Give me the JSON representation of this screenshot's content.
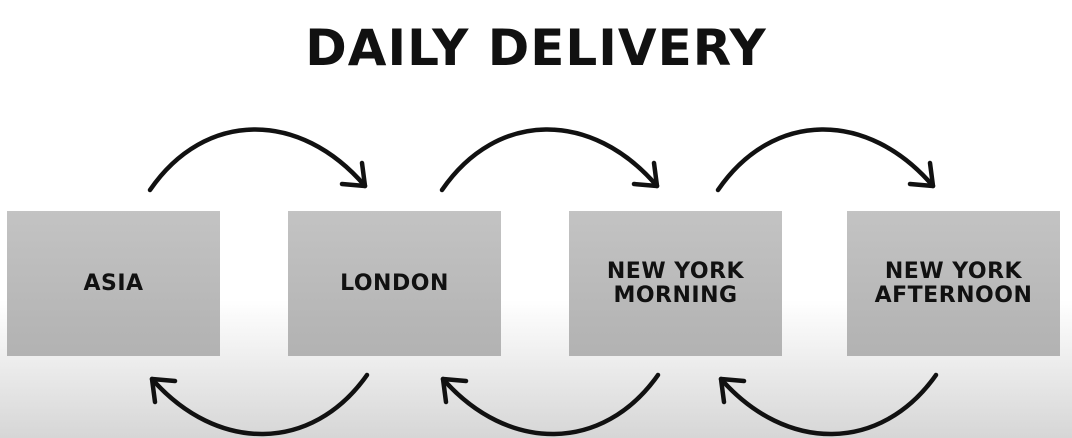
{
  "title": "DAILY DELIVERY",
  "stages": [
    {
      "label": "ASIA"
    },
    {
      "label": "LONDON"
    },
    {
      "label": "NEW YORK\nMORNING"
    },
    {
      "label": "NEW YORK\nAFTERNOON"
    }
  ],
  "colors": {
    "box_fill": "#bababa",
    "text": "#111111",
    "arrow": "#111111"
  },
  "flow": {
    "forward": [
      "ASIA → LONDON",
      "LONDON → NEW YORK MORNING",
      "NEW YORK MORNING → NEW YORK AFTERNOON"
    ],
    "return": [
      "LONDON → ASIA",
      "NEW YORK MORNING → LONDON",
      "NEW YORK AFTERNOON → NEW YORK MORNING"
    ]
  }
}
